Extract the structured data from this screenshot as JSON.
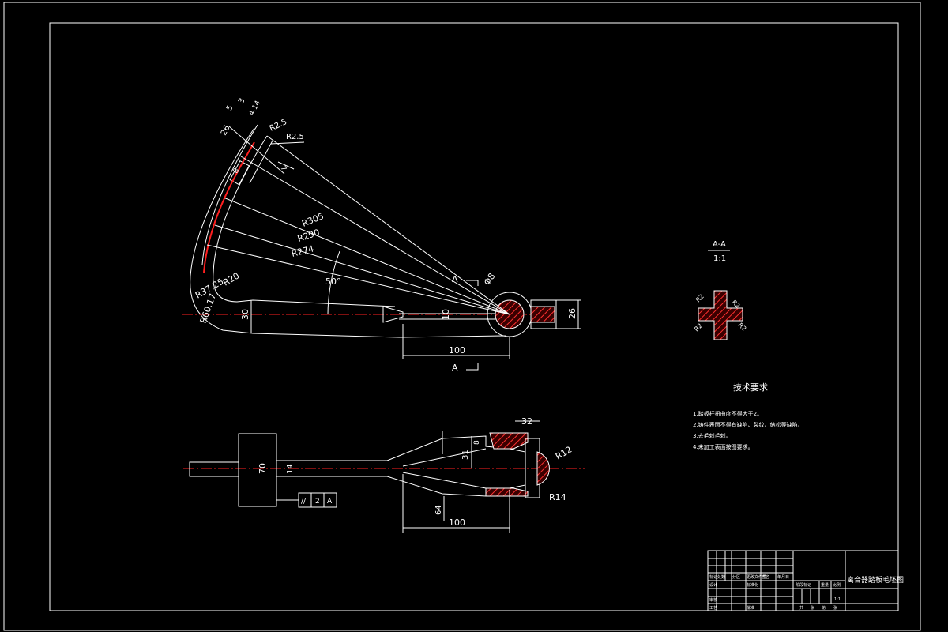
{
  "colors": {
    "background": "#000000",
    "lines": "#ffffff",
    "centerline": "#ff2020"
  },
  "main_view": {
    "dims": {
      "d1": "5",
      "d2": "3",
      "d3": "4.14",
      "d4": "26",
      "d5": "R2.5",
      "d6": "R2.5",
      "d7": "7",
      "d8": "8",
      "r305": "R305",
      "r290": "R290",
      "r274": "R274",
      "angle": "50°",
      "r37": "R37.25",
      "r20": "R20",
      "r60": "R60.17",
      "w30": "30",
      "w10": "10",
      "phi": "Φ8",
      "w26": "26",
      "len100": "100"
    },
    "section_mark_top": "A",
    "section_mark_bottom": "A"
  },
  "section_view": {
    "title": "A-A",
    "scale": "1:1",
    "r_labels": [
      "R2",
      "R2",
      "R2",
      "R2"
    ]
  },
  "tech_requirements": {
    "title": "技术要求",
    "items": [
      "1.踏板杆扭曲度不得大于2。",
      "2.铸件表面不得有缺陷、裂纹、缩松等缺陷。",
      "3.去毛刺毛刺。",
      "4.未加工表面按图要求。"
    ]
  },
  "bottom_view": {
    "dims": {
      "w70": "70",
      "w14": "14",
      "w32": "32",
      "w31": "31",
      "w8": "8",
      "r12": "R12",
      "r14": "R14",
      "len100": "100",
      "w64": "64"
    },
    "tolerance": {
      "symbol": "//",
      "value": "2",
      "datum": "A"
    }
  },
  "title_block": {
    "drawing_title": "离合器踏板毛坯图",
    "scale": "1:1",
    "row_labels": [
      "标记",
      "处数",
      "分区",
      "更改文件号",
      "签名",
      "年月日"
    ],
    "left_labels": [
      "设计",
      "审核",
      "工艺"
    ],
    "mid_labels": [
      "标准化",
      "批准"
    ],
    "right_labels": [
      "阶段标记",
      "重量",
      "比例"
    ],
    "bottom_labels": [
      "共",
      "张",
      "第",
      "张"
    ]
  }
}
